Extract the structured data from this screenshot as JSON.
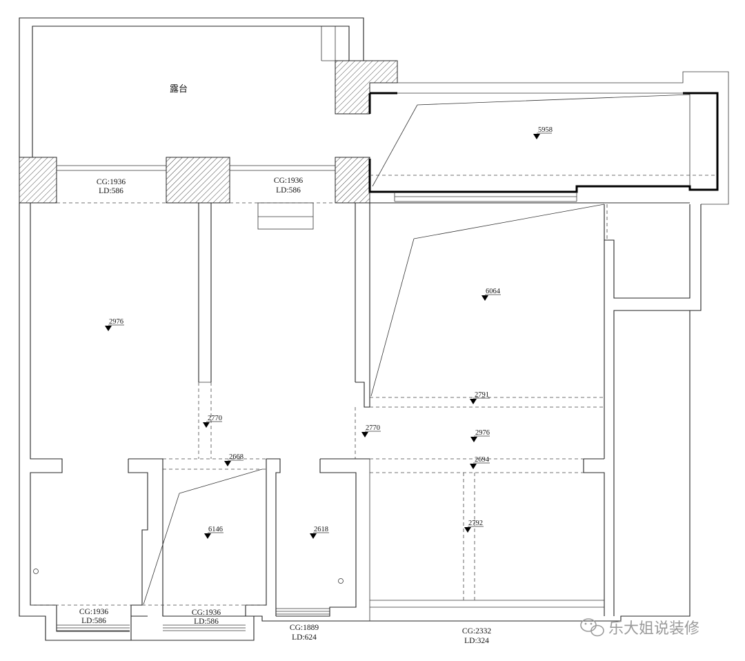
{
  "rooms": {
    "terrace_label": "露台"
  },
  "elevations": [
    {
      "id": "e1",
      "value": "5958"
    },
    {
      "id": "e2",
      "value": "6064"
    },
    {
      "id": "e3",
      "value": "2976"
    },
    {
      "id": "e4",
      "value": "2770"
    },
    {
      "id": "e5",
      "value": "2770"
    },
    {
      "id": "e6",
      "value": "2791"
    },
    {
      "id": "e7",
      "value": "2976"
    },
    {
      "id": "e8",
      "value": "2668"
    },
    {
      "id": "e9",
      "value": "2694"
    },
    {
      "id": "e10",
      "value": "6146"
    },
    {
      "id": "e11",
      "value": "2618"
    },
    {
      "id": "e12",
      "value": "2792"
    }
  ],
  "windows": [
    {
      "id": "w1",
      "cg": "CG:1936",
      "ld": "LD:586"
    },
    {
      "id": "w2",
      "cg": "CG:1936",
      "ld": "LD:586"
    },
    {
      "id": "w3",
      "cg": "CG:1936",
      "ld": "LD:586"
    },
    {
      "id": "w4",
      "cg": "CG:1936",
      "ld": "LD:586"
    },
    {
      "id": "w5",
      "cg": "CG:1889",
      "ld": "LD:624"
    },
    {
      "id": "w6",
      "cg": "CG:2332",
      "ld": "LD:324"
    }
  ],
  "watermark": {
    "text": "乐大姐说装修",
    "icon": "wechat-icon",
    "color": "#9a9a9a"
  }
}
